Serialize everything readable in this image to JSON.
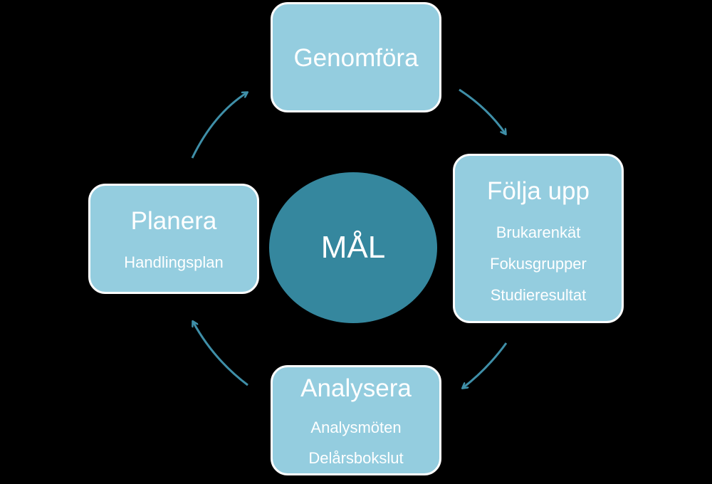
{
  "cycle": {
    "center": {
      "label": "MÅL"
    },
    "steps": [
      {
        "title": "Genomföra",
        "items": []
      },
      {
        "title": "Följa upp",
        "items": [
          "Brukarenkät",
          "Fokusgrupper",
          "Studieresultat"
        ]
      },
      {
        "title": "Analysera",
        "items": [
          "Analysmöten",
          "Delårsbokslut"
        ]
      },
      {
        "title": "Planera",
        "items": [
          "Handlingsplan"
        ]
      }
    ]
  },
  "colors": {
    "background": "#000000",
    "box_fill": "#94cddf",
    "box_border": "#ffffff",
    "goal_fill": "#35879e",
    "arrow": "#3f8fa8",
    "text": "#ffffff"
  }
}
